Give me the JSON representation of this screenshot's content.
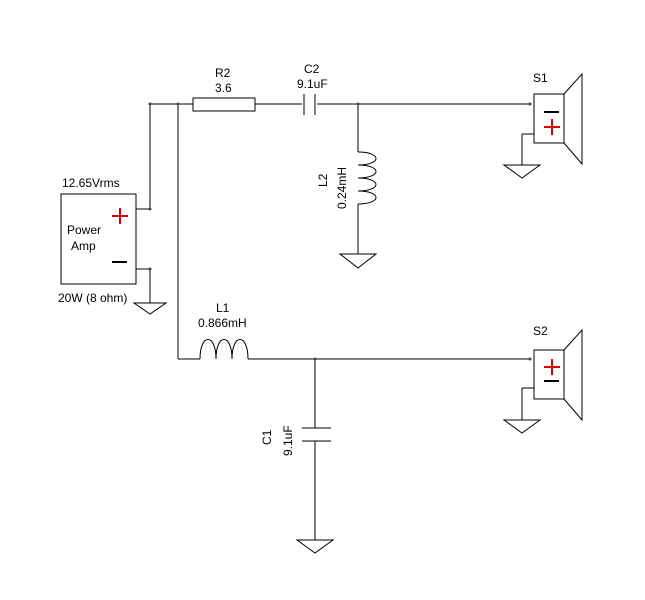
{
  "power_amp": {
    "voltage_label": "12.65Vrms",
    "name_line1": "Power",
    "name_line2": "Amp",
    "rating_label": "20W (8 ohm)"
  },
  "components": {
    "r2": {
      "ref": "R2",
      "value": "3.6"
    },
    "c2": {
      "ref": "C2",
      "value": "9.1uF"
    },
    "l2": {
      "ref": "L2",
      "value": "0.24mH"
    },
    "l1": {
      "ref": "L1",
      "value": "0.866mH"
    },
    "c1": {
      "ref": "C1",
      "value": "9.1uF"
    }
  },
  "speakers": {
    "s1": {
      "ref": "S1"
    },
    "s2": {
      "ref": "S2"
    }
  },
  "colors": {
    "wire": "#000000",
    "polarity_plus": "#e00000",
    "polarity_minus": "#000000"
  }
}
